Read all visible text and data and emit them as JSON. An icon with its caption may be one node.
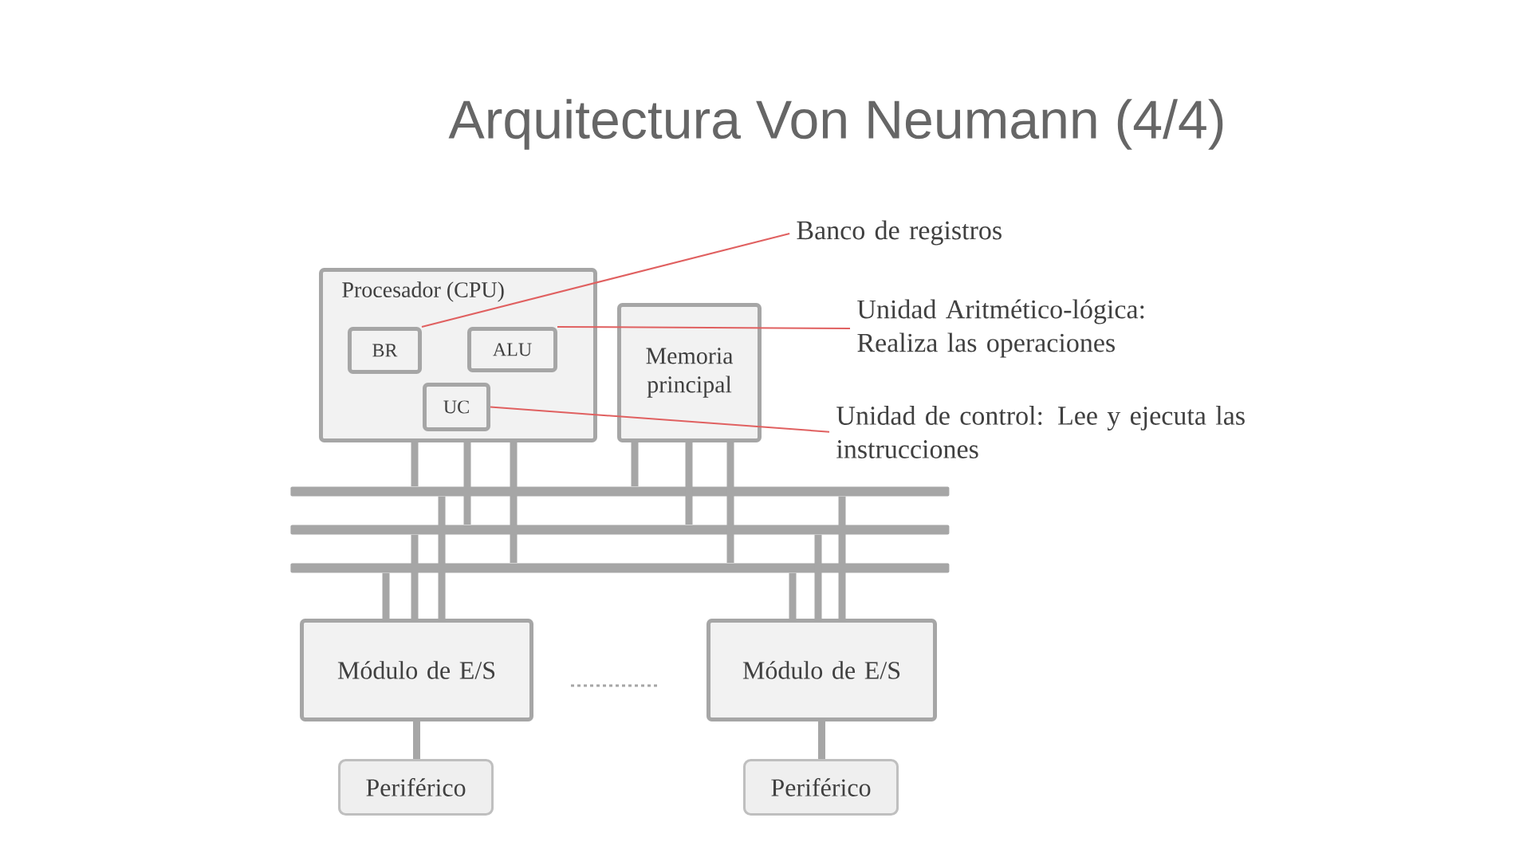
{
  "diagram": {
    "title": "Arquitectura Von Neumann (4/4)",
    "nodes": [
      {
        "text": [
          "Procesador (CPU)"
        ]
      },
      {
        "text": [
          "BR"
        ],
        "in": 0
      },
      {
        "text": [
          "ALU"
        ],
        "in": 0
      },
      {
        "text": [
          "UC"
        ],
        "in": 0
      },
      {
        "text": [
          "Memoria principal"
        ]
      },
      {
        "text": [],
        "shape": "bar"
      },
      {
        "text": [],
        "shape": "bar"
      },
      {
        "text": [],
        "shape": "bar"
      },
      {
        "text": [
          "Módulo de E/S"
        ]
      },
      {
        "text": [
          "Módulo de E/S"
        ]
      },
      {
        "text": [
          "Periférico"
        ]
      },
      {
        "text": [
          "Periférico"
        ]
      },
      {
        "text": [
          "Banco de registros"
        ]
      },
      {
        "text": [
          "Unidad Aritmético-lógica: Realiza las operaciones"
        ]
      },
      {
        "text": [
          "Unidad de control: Lee y ejecuta las instrucciones"
        ]
      }
    ],
    "edges": [
      {
        "from": 0,
        "to": 5,
        "arrow": "none"
      },
      {
        "from": 0,
        "to": 6,
        "arrow": "none"
      },
      {
        "from": 0,
        "to": 7,
        "arrow": "none"
      },
      {
        "from": 4,
        "to": 5,
        "arrow": "none"
      },
      {
        "from": 4,
        "to": 6,
        "arrow": "none"
      },
      {
        "from": 4,
        "to": 7,
        "arrow": "none"
      },
      {
        "from": 8,
        "to": 5,
        "arrow": "none"
      },
      {
        "from": 8,
        "to": 6,
        "arrow": "none"
      },
      {
        "from": 8,
        "to": 7,
        "arrow": "none"
      },
      {
        "from": 9,
        "to": 5,
        "arrow": "none"
      },
      {
        "from": 9,
        "to": 6,
        "arrow": "none"
      },
      {
        "from": 9,
        "to": 7,
        "arrow": "none"
      },
      {
        "from": 8,
        "to": 10,
        "arrow": "none"
      },
      {
        "from": 9,
        "to": 11,
        "arrow": "none"
      },
      {
        "from": 12,
        "to": 1,
        "arrow": "none",
        "color": "#e06060"
      },
      {
        "from": 13,
        "to": 2,
        "arrow": "none",
        "color": "#e06060"
      },
      {
        "from": 14,
        "to": 3,
        "arrow": "none",
        "color": "#e06060"
      }
    ]
  }
}
